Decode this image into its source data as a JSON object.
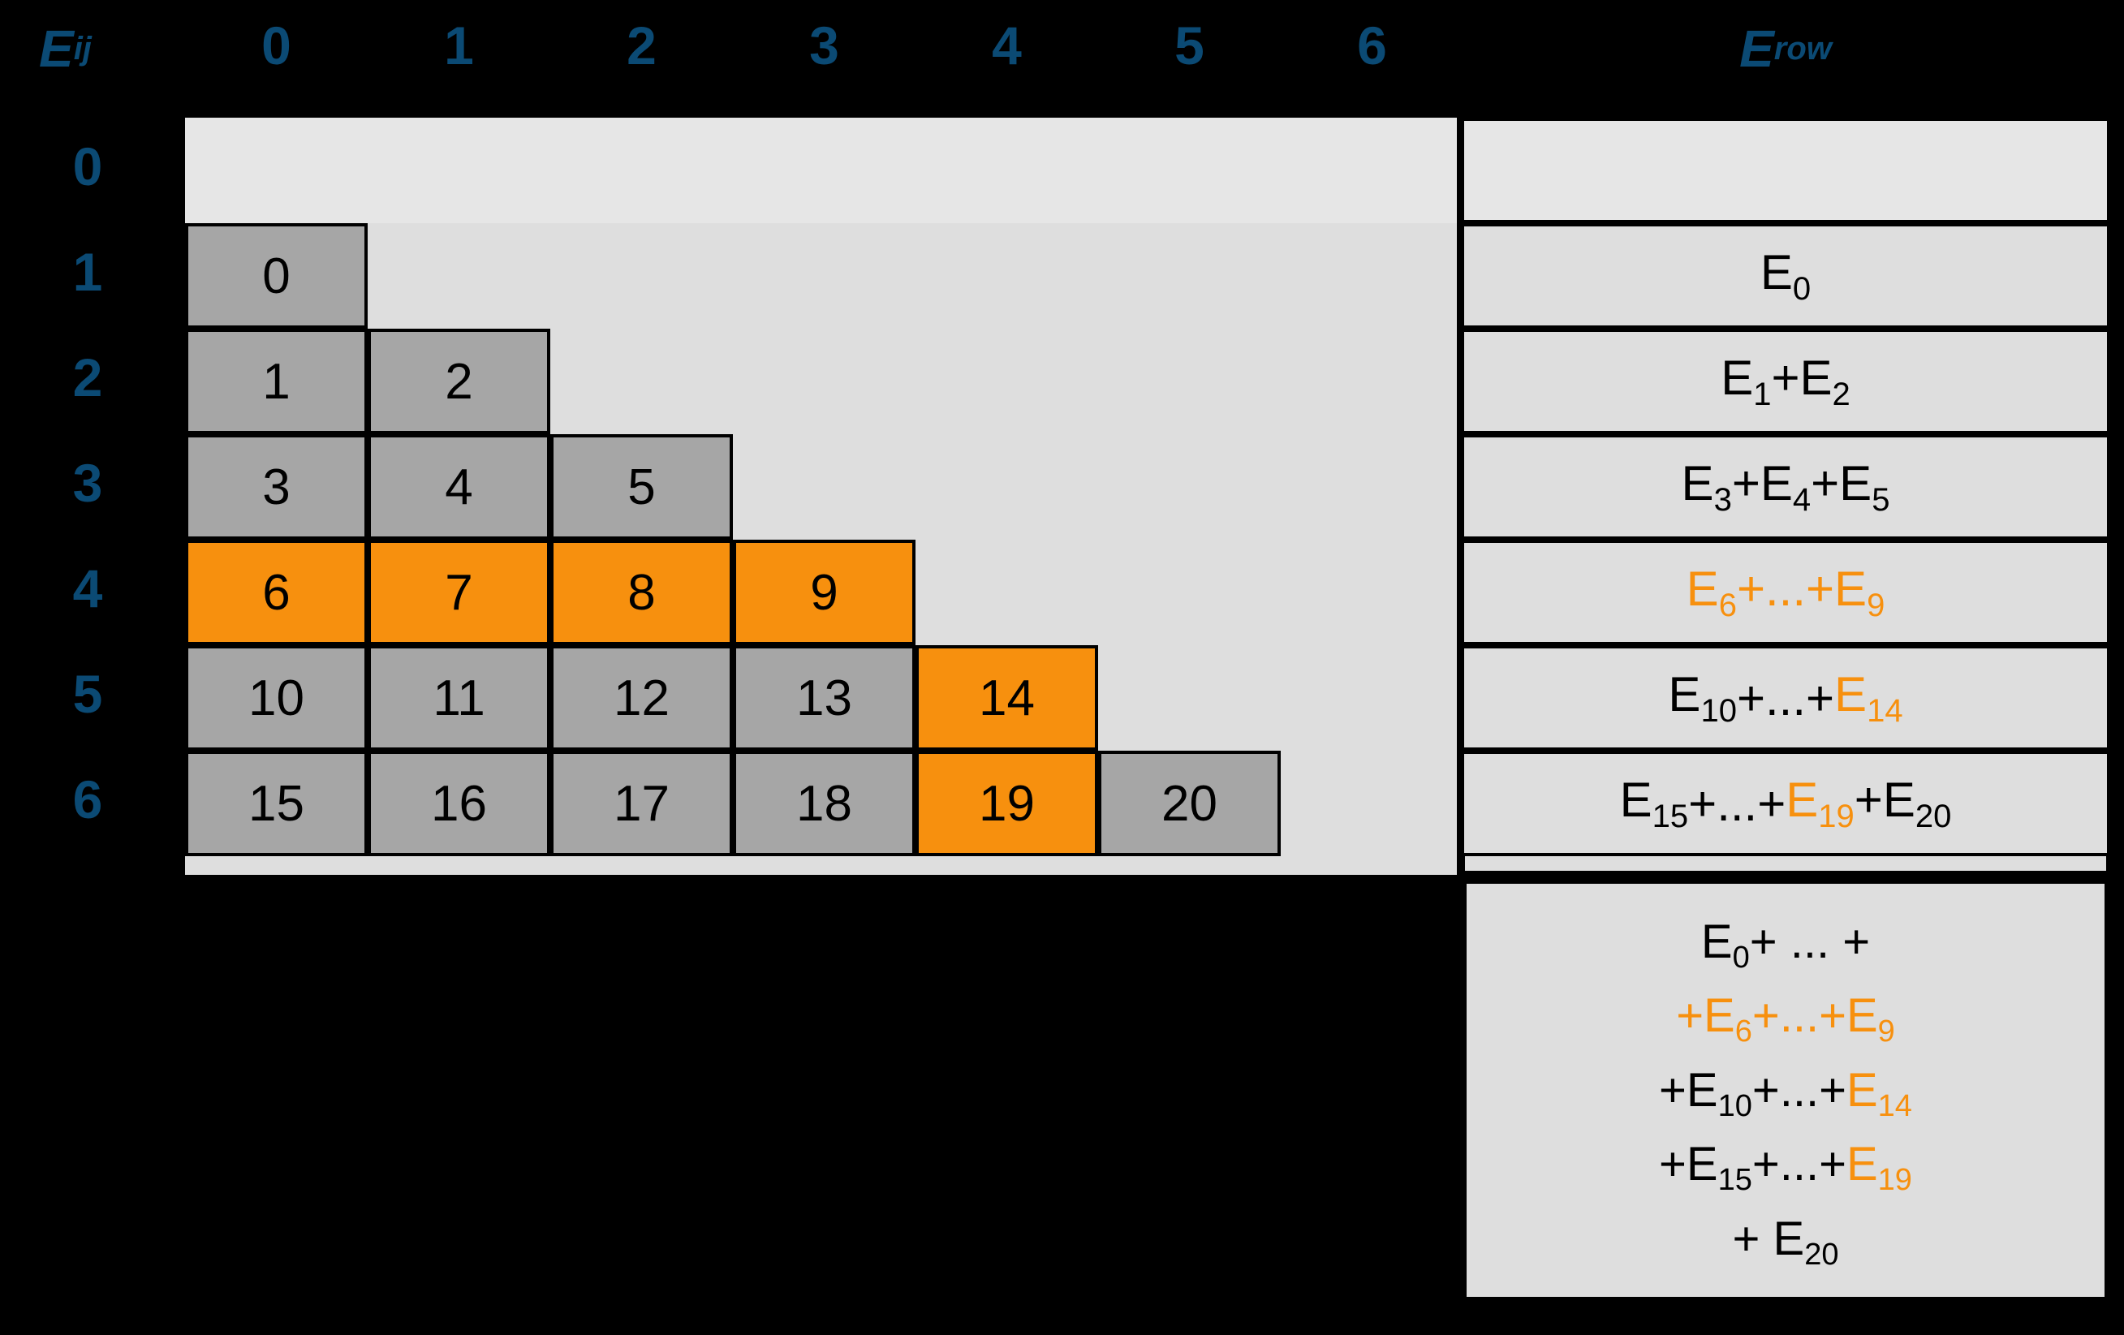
{
  "header": {
    "corner_label": "E",
    "corner_sub": "ij",
    "col_headers": [
      "0",
      "1",
      "2",
      "3",
      "4",
      "5",
      "6"
    ],
    "row_label": "E",
    "row_sub": "row"
  },
  "row_headers": [
    "0",
    "1",
    "2",
    "3",
    "4",
    "5",
    "6"
  ],
  "colors": {
    "accent_blue": "#0b4a74",
    "highlight_orange": "#f7900e",
    "cell_grey": "#a6a6a6",
    "panel_grey": "#dedede",
    "empty_grey": "#e6e6e6",
    "border_black": "#000000"
  },
  "grid": {
    "rows": [
      {
        "index": 0,
        "cells": []
      },
      {
        "index": 1,
        "cells": [
          {
            "value": "0",
            "highlight": false
          }
        ]
      },
      {
        "index": 2,
        "cells": [
          {
            "value": "1",
            "highlight": false
          },
          {
            "value": "2",
            "highlight": false
          }
        ]
      },
      {
        "index": 3,
        "cells": [
          {
            "value": "3",
            "highlight": false
          },
          {
            "value": "4",
            "highlight": false
          },
          {
            "value": "5",
            "highlight": false
          }
        ]
      },
      {
        "index": 4,
        "cells": [
          {
            "value": "6",
            "highlight": true
          },
          {
            "value": "7",
            "highlight": true
          },
          {
            "value": "8",
            "highlight": true
          },
          {
            "value": "9",
            "highlight": true
          }
        ]
      },
      {
        "index": 5,
        "cells": [
          {
            "value": "10",
            "highlight": false
          },
          {
            "value": "11",
            "highlight": false
          },
          {
            "value": "12",
            "highlight": false
          },
          {
            "value": "13",
            "highlight": false
          },
          {
            "value": "14",
            "highlight": true
          }
        ]
      },
      {
        "index": 6,
        "cells": [
          {
            "value": "15",
            "highlight": false
          },
          {
            "value": "16",
            "highlight": false
          },
          {
            "value": "17",
            "highlight": false
          },
          {
            "value": "18",
            "highlight": false
          },
          {
            "value": "19",
            "highlight": true
          },
          {
            "value": "20",
            "highlight": false
          }
        ]
      }
    ]
  },
  "erow": {
    "cells": [
      {
        "row": 0,
        "blank": true,
        "parts": []
      },
      {
        "row": 1,
        "blank": false,
        "parts": [
          {
            "t": "E",
            "sub": "0",
            "o": false
          }
        ]
      },
      {
        "row": 2,
        "blank": false,
        "parts": [
          {
            "t": "E",
            "sub": "1",
            "o": false
          },
          {
            "t": "+E",
            "sub": "2",
            "o": false
          }
        ]
      },
      {
        "row": 3,
        "blank": false,
        "parts": [
          {
            "t": "E",
            "sub": "3",
            "o": false
          },
          {
            "t": "+E",
            "sub": "4",
            "o": false
          },
          {
            "t": "+E",
            "sub": "5",
            "o": false
          }
        ]
      },
      {
        "row": 4,
        "blank": false,
        "parts": [
          {
            "t": "E",
            "sub": "6",
            "o": true
          },
          {
            "t": "+...+E",
            "sub": "9",
            "o": true
          }
        ]
      },
      {
        "row": 5,
        "blank": false,
        "parts": [
          {
            "t": "E",
            "sub": "10",
            "o": false
          },
          {
            "t": "+...+",
            "sub": "",
            "o": false
          },
          {
            "t": "E",
            "sub": "14",
            "o": true
          }
        ]
      },
      {
        "row": 6,
        "blank": false,
        "parts": [
          {
            "t": "E",
            "sub": "15",
            "o": false
          },
          {
            "t": "+...+",
            "sub": "",
            "o": false
          },
          {
            "t": "E",
            "sub": "19",
            "o": true
          },
          {
            "t": "+E",
            "sub": "20",
            "o": false
          }
        ]
      }
    ]
  },
  "total": {
    "lines": [
      {
        "parts": [
          {
            "t": "E",
            "sub": "0",
            "o": false
          },
          {
            "t": "+ ... +",
            "sub": "",
            "o": false
          }
        ]
      },
      {
        "parts": [
          {
            "t": "+E",
            "sub": "6",
            "o": true
          },
          {
            "t": "+...+E",
            "sub": "9",
            "o": true
          }
        ]
      },
      {
        "parts": [
          {
            "t": "+E",
            "sub": "10",
            "o": false
          },
          {
            "t": "+...+",
            "sub": "",
            "o": false
          },
          {
            "t": "E",
            "sub": "14",
            "o": true
          }
        ]
      },
      {
        "parts": [
          {
            "t": "+E",
            "sub": "15",
            "o": false
          },
          {
            "t": "+...+",
            "sub": "",
            "o": false
          },
          {
            "t": "E",
            "sub": "19",
            "o": true
          }
        ]
      },
      {
        "parts": [
          {
            "t": "+ E",
            "sub": "20",
            "o": false
          }
        ]
      }
    ]
  }
}
